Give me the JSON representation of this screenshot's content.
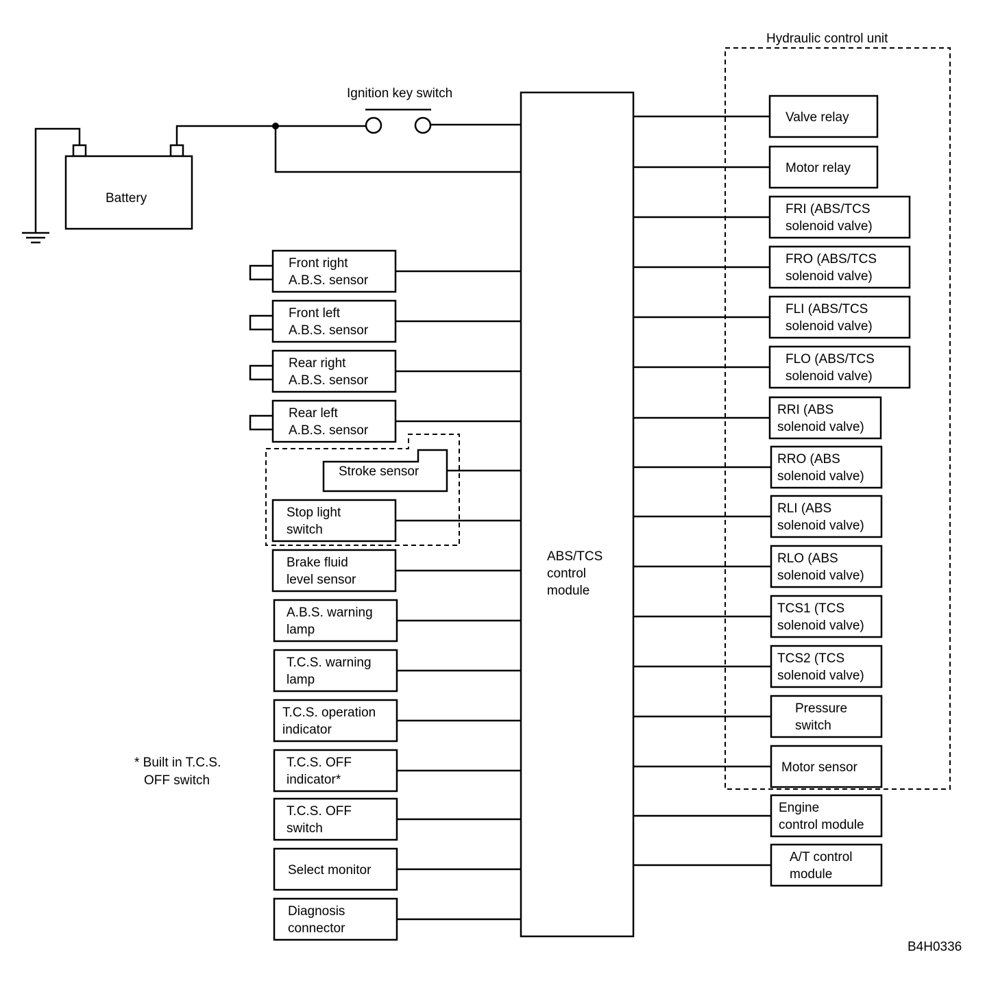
{
  "labels": {
    "hydraulic_unit": "Hydraulic control unit",
    "ignition": "Ignition key switch",
    "battery": "Battery",
    "module": [
      "ABS/TCS",
      "control",
      "module"
    ],
    "footnote": [
      "* Built in T.C.S.",
      "OFF switch"
    ],
    "figure_id": "B4H0336"
  },
  "left_components": [
    {
      "lines": [
        "Front right",
        "A.B.S. sensor"
      ]
    },
    {
      "lines": [
        "Front left",
        "A.B.S. sensor"
      ]
    },
    {
      "lines": [
        "Rear right",
        "A.B.S. sensor"
      ]
    },
    {
      "lines": [
        "Rear left",
        "A.B.S. sensor"
      ]
    },
    {
      "lines": [
        "Stroke sensor"
      ]
    },
    {
      "lines": [
        "Stop light",
        "switch"
      ]
    },
    {
      "lines": [
        "Brake fluid",
        "level sensor"
      ]
    },
    {
      "lines": [
        "A.B.S. warning",
        "lamp"
      ]
    },
    {
      "lines": [
        "T.C.S. warning",
        "lamp"
      ]
    },
    {
      "lines": [
        "T.C.S. operation",
        "indicator"
      ]
    },
    {
      "lines": [
        "T.C.S. OFF",
        "indicator*"
      ]
    },
    {
      "lines": [
        "T.C.S. OFF",
        "switch"
      ]
    },
    {
      "lines": [
        "Select monitor"
      ]
    },
    {
      "lines": [
        "Diagnosis",
        "connector"
      ]
    }
  ],
  "right_components": [
    {
      "lines": [
        "Valve relay"
      ]
    },
    {
      "lines": [
        "Motor relay"
      ]
    },
    {
      "lines": [
        "FRI (ABS/TCS",
        "solenoid valve)"
      ]
    },
    {
      "lines": [
        "FRO (ABS/TCS",
        "solenoid valve)"
      ]
    },
    {
      "lines": [
        "FLI (ABS/TCS",
        "solenoid valve)"
      ]
    },
    {
      "lines": [
        "FLO (ABS/TCS",
        "solenoid valve)"
      ]
    },
    {
      "lines": [
        "RRI (ABS",
        "solenoid valve)"
      ]
    },
    {
      "lines": [
        "RRO (ABS",
        "solenoid valve)"
      ]
    },
    {
      "lines": [
        "RLI (ABS",
        "solenoid valve)"
      ]
    },
    {
      "lines": [
        "RLO (ABS",
        "solenoid valve)"
      ]
    },
    {
      "lines": [
        "TCS1 (TCS",
        "solenoid valve)"
      ]
    },
    {
      "lines": [
        "TCS2 (TCS",
        "solenoid valve)"
      ]
    },
    {
      "lines": [
        "Pressure",
        "switch"
      ]
    },
    {
      "lines": [
        "Motor sensor"
      ]
    },
    {
      "lines": [
        "Engine",
        "control module"
      ]
    },
    {
      "lines": [
        "A/T control",
        "module"
      ]
    }
  ]
}
